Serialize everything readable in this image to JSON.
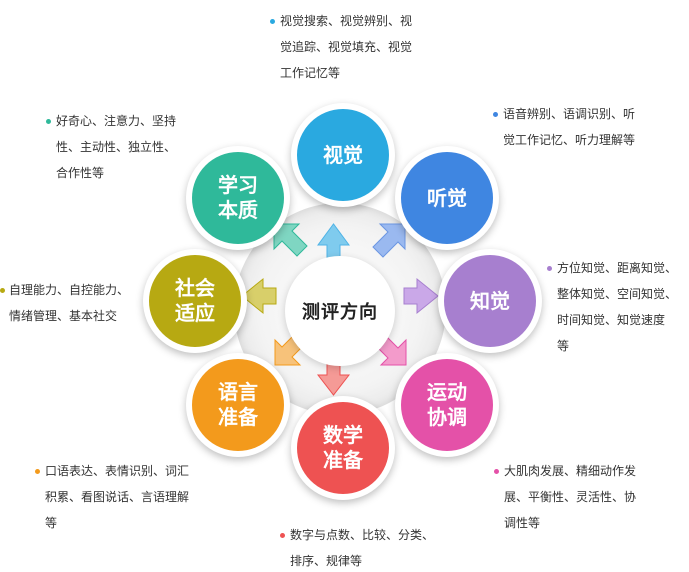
{
  "center": {
    "label": "测评方向"
  },
  "nodes": [
    {
      "key": "vision",
      "label": "视觉",
      "color": "#2aa9e0"
    },
    {
      "key": "hearing",
      "label": "听觉",
      "color": "#3f86e1"
    },
    {
      "key": "perception",
      "label": "知觉",
      "color": "#a77fcf"
    },
    {
      "key": "motor",
      "label": "运动\n协调",
      "color": "#e451a8"
    },
    {
      "key": "math",
      "label": "数学\n准备",
      "color": "#ee5252"
    },
    {
      "key": "language",
      "label": "语言\n准备",
      "color": "#f39a1c"
    },
    {
      "key": "social",
      "label": "社会\n适应",
      "color": "#b7a912"
    },
    {
      "key": "learning",
      "label": "学习\n本质",
      "color": "#2fb99a"
    }
  ],
  "descriptions": {
    "vision": {
      "text": "视觉搜索、视觉辨别、视\n觉追踪、视觉填充、视觉\n工作记忆等",
      "color": "#2aa9e0"
    },
    "hearing": {
      "text": "语音辨别、语调识别、听\n觉工作记忆、听力理解等",
      "color": "#3f86e1"
    },
    "perception": {
      "text": "方位知觉、距离知觉、\n整体知觉、空间知觉、\n时间知觉、知觉速度\n等",
      "color": "#a77fcf"
    },
    "motor": {
      "text": "大肌肉发展、精细动作发\n展、平衡性、灵活性、协\n调性等",
      "color": "#e451a8"
    },
    "math": {
      "text": "数字与点数、比较、分类、\n排序、规律等",
      "color": "#ee5252"
    },
    "language": {
      "text": "口语表达、表情识别、词汇\n积累、看图说话、言语理解\n等",
      "color": "#f39a1c"
    },
    "social": {
      "text": "自理能力、自控能力、\n情绪管理、基本社交",
      "color": "#b7a912"
    },
    "learning": {
      "text": "好奇心、注意力、坚持\n性、主动性、独立性、\n合作性等",
      "color": "#2fb99a"
    }
  }
}
